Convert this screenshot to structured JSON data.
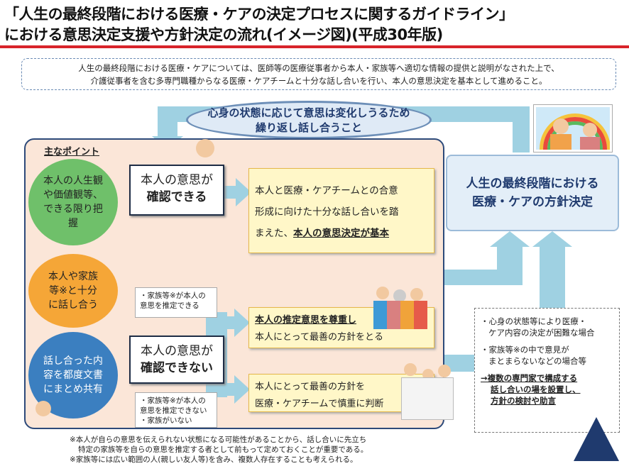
{
  "title": {
    "line1": "「人生の最終段階における医療・ケアの決定プロセスに関するガイドライン」",
    "line2": "における意思決定支援や方針決定の流れ(イメージ図)(平成30年版)"
  },
  "intro": {
    "line1": "人生の最終段階における医療・ケアについては、医師等の医療従事者から本人・家族等へ適切な情報の提供と説明がなされた上で、",
    "line2": "介護従事者を含む多専門職種からなる医療・ケアチームと十分な話し合いを行い、本人の意思決定を基本として進めること。"
  },
  "loop": {
    "line1": "心身の状態に応じて意思は変化しうるため",
    "line2": "繰り返し話し合うこと"
  },
  "points": {
    "heading": "主なポイント",
    "items": [
      {
        "text": "本人の人生観や価値観等、できる限り把握",
        "color": "#6fc06a"
      },
      {
        "text": "本人や家族等※と十分に話し合う",
        "color": "#f5a637"
      },
      {
        "text": "話し合った内容を都度文書にまとめ共有",
        "color": "#3b7fc0"
      }
    ]
  },
  "confirmable": {
    "line1": "本人の意思が",
    "line2": "確認できる"
  },
  "confirmable_result": {
    "line1": "本人と医療・ケアチームとの合意",
    "line2": "形成に向けた十分な話し合いを踏",
    "line3_pre": "まえた、",
    "line3_em": "本人の意思決定が基本"
  },
  "not_confirmable": {
    "line1": "本人の意思が",
    "line2": "確認できない"
  },
  "case_estimable": {
    "line1": "・家族等※が本人の",
    "line2": "意思を推定できる"
  },
  "case_not_estimable": {
    "line1": "・家族等※が本人の",
    "line2": "意思を推定できない",
    "line3": "・家族がいない"
  },
  "result_estimable": {
    "line1": "本人の推定意思を尊重し",
    "line2": "本人にとって最善の方針をとる"
  },
  "result_not_estimable": {
    "line1": "本人にとって最善の方針を",
    "line2": "医療・ケアチームで慎重に判断"
  },
  "decision": {
    "line1": "人生の最終段階における",
    "line2": "医療・ケアの方針決定"
  },
  "difficult": {
    "item1a": "・心身の状態等により医療・",
    "item1b": "ケア内容の決定が困難な場合",
    "item2a": "・家族等※の中で意見が",
    "item2b": "まとまらないなどの場合等",
    "action1": "→複数の専門家で構成する",
    "action2": "話し合いの場を設置し、",
    "action3": "方針の検討や助言"
  },
  "footnotes": {
    "line1": "※本人が自らの意思を伝えられない状態になる可能性があることから、話し合いに先立ち",
    "line2": "特定の家族等を自らの意思を推定する者として前もって定めておくことが重要である。",
    "line3": "※家族等には広い範囲の人(親しい友人等)を含み、複数人存在することも考えられる。"
  },
  "colors": {
    "accent_red": "#d8232a",
    "navy": "#1f3a6e",
    "arrow": "#9fd1e2"
  }
}
